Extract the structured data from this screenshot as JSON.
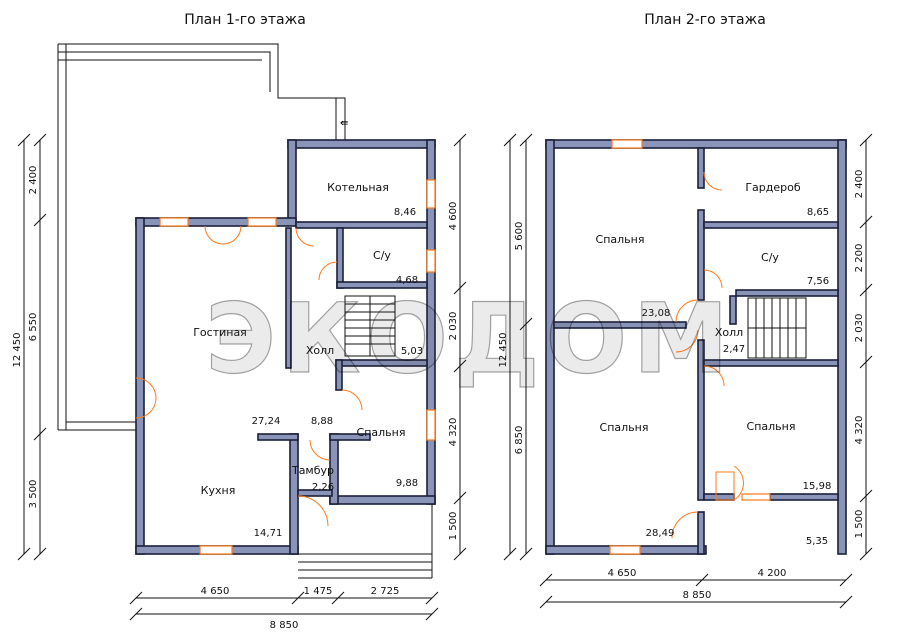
{
  "plan1": {
    "title": "План 1-го этажа",
    "rooms": [
      {
        "name": "Котельная",
        "area": "8,46"
      },
      {
        "name": "С/у",
        "area": "4,68"
      },
      {
        "name": "Гостиная",
        "area": ""
      },
      {
        "name": "Холл",
        "area": "5,03"
      },
      {
        "name": "Спальня",
        "area": "9,88"
      },
      {
        "name": "Кухня",
        "area": "14,71"
      },
      {
        "name": "Тамбур",
        "area": "2,26"
      }
    ],
    "extra_areas": [
      "27,24",
      "8,88"
    ],
    "dims_left": [
      "12 450",
      "2 400",
      "6 550",
      "3 500"
    ],
    "dims_right": [
      "4 600",
      "2 030",
      "4 320",
      "1 500"
    ],
    "dims_bottom": [
      "4 650",
      "1 475",
      "2 725",
      "8 850"
    ]
  },
  "plan2": {
    "title": "План 2-го этажа",
    "rooms": [
      {
        "name": "Гардероб",
        "area": "8,65"
      },
      {
        "name": "Спальня",
        "area": "23,08"
      },
      {
        "name": "С/у",
        "area": "7,56"
      },
      {
        "name": "Холл",
        "area": "2,47"
      },
      {
        "name": "Спальня",
        "area": "28,49"
      },
      {
        "name": "Спальня",
        "area": "15,98"
      }
    ],
    "extra_areas": [
      "5,35"
    ],
    "dims_left": [
      "12 450",
      "5 600",
      "6 850"
    ],
    "dims_right": [
      "2 400",
      "2 200",
      "2 030",
      "4 320",
      "1 500"
    ],
    "dims_bottom": [
      "4 650",
      "4 200",
      "8 850"
    ]
  },
  "watermark": "ЭКОДОМ"
}
